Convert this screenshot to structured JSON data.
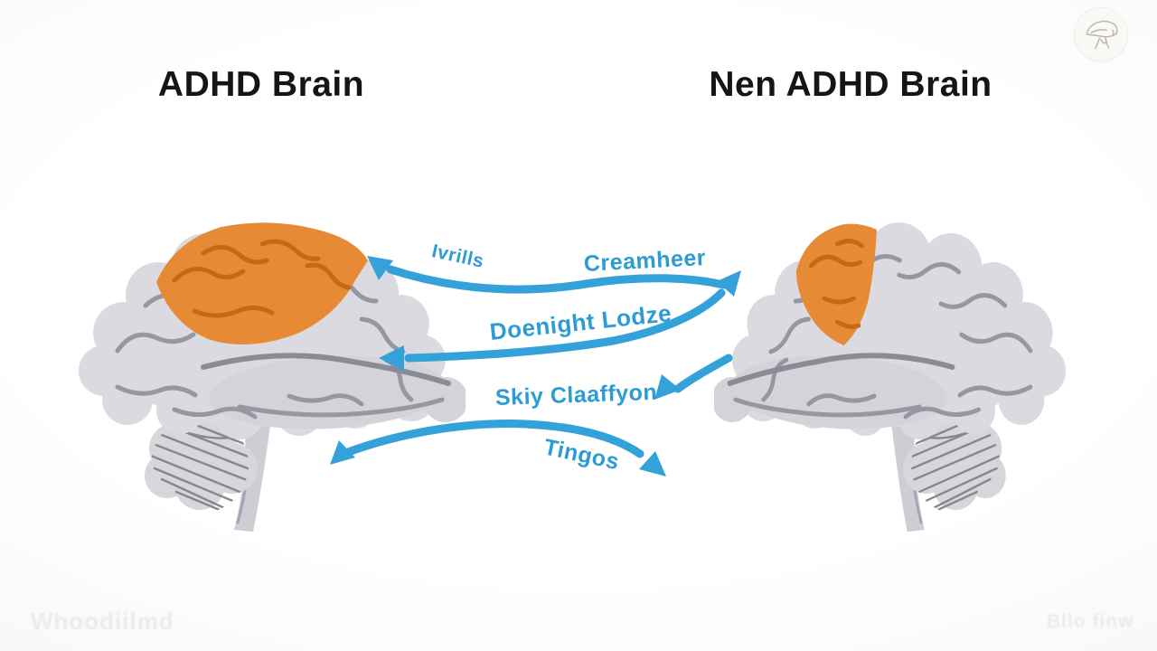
{
  "titles": {
    "left": "ADHD Brain",
    "right": "Nen ADHD Brain"
  },
  "annotations": {
    "top_small": "Ivrills",
    "top_right": "Creamheer",
    "middle": "Doenight Lodze",
    "lower": "Skiy Claaffyon",
    "bottom": "Tingos"
  },
  "watermarks": {
    "bottom_left": "Whoodiilmd",
    "bottom_right": "Blio finw"
  },
  "colors": {
    "arrow_blue": "#35a1d9",
    "label_blue": "#2d9cd4",
    "highlight_orange": "#e78a35",
    "highlight_orange_dark": "#c06b18",
    "title_black": "#151515"
  },
  "icons": {
    "badge": "mushroom-doodle-icon"
  }
}
